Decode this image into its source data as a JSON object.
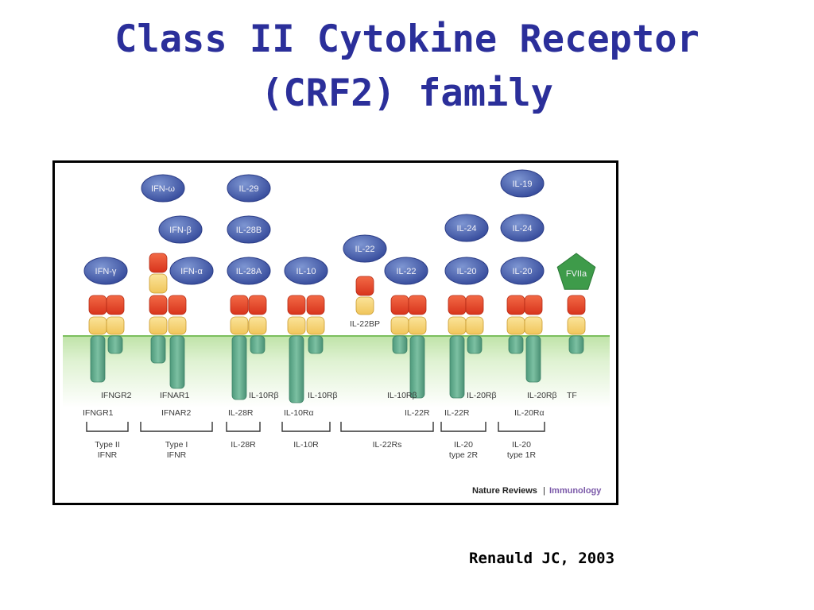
{
  "slide": {
    "title_line1": "Class II Cytokine Receptor",
    "title_line2": "(CRF2) family",
    "citation": "Renauld JC, 2003"
  },
  "figure": {
    "journal": "Nature Reviews",
    "separator": "|",
    "section": "Immunology",
    "ligands": [
      "IFN-ω",
      "IFN-β",
      "IFN-γ",
      "IFN-α",
      "IL-29",
      "IL-28B",
      "IL-28A",
      "IL-10",
      "IL-22",
      "IL-22",
      "IL-24",
      "IL-20",
      "IL-19",
      "IL-24",
      "IL-20",
      "FVIIa"
    ],
    "chain_labels_upper": [
      "IFNGR2",
      "IFNAR1",
      "IL-10Rβ",
      "IL-10Rβ",
      "IL-10Rβ",
      "IL-20Rβ",
      "IL-20Rβ",
      "TF"
    ],
    "chain_labels_lower": [
      "IFNGR1",
      "IFNAR2",
      "IL-28R",
      "IL-10Rα",
      "IL-22R",
      "IL-22R",
      "IL-20Rα"
    ],
    "soluble_receptor": "IL-22BP",
    "groups": [
      {
        "line1": "Type II",
        "line2": "IFNR"
      },
      {
        "line1": "Type I",
        "line2": "IFNR"
      },
      {
        "line1": "IL-28R",
        "line2": ""
      },
      {
        "line1": "IL-10R",
        "line2": ""
      },
      {
        "line1": "IL-22Rs",
        "line2": ""
      },
      {
        "line1": "IL-20",
        "line2": "type 2R"
      },
      {
        "line1": "IL-20",
        "line2": "type 1R"
      }
    ],
    "colors": {
      "title": "#2b2f9a",
      "ligand": "#3f5aa8",
      "domain_red": "#e8452a",
      "domain_yellow": "#f6d373",
      "stalk": "#5aa88a",
      "membrane": "#d3ecc2",
      "membrane_line": "#7cbf5e",
      "fviia": "#3e9b4a",
      "journal_accent": "#7a58a8"
    }
  }
}
